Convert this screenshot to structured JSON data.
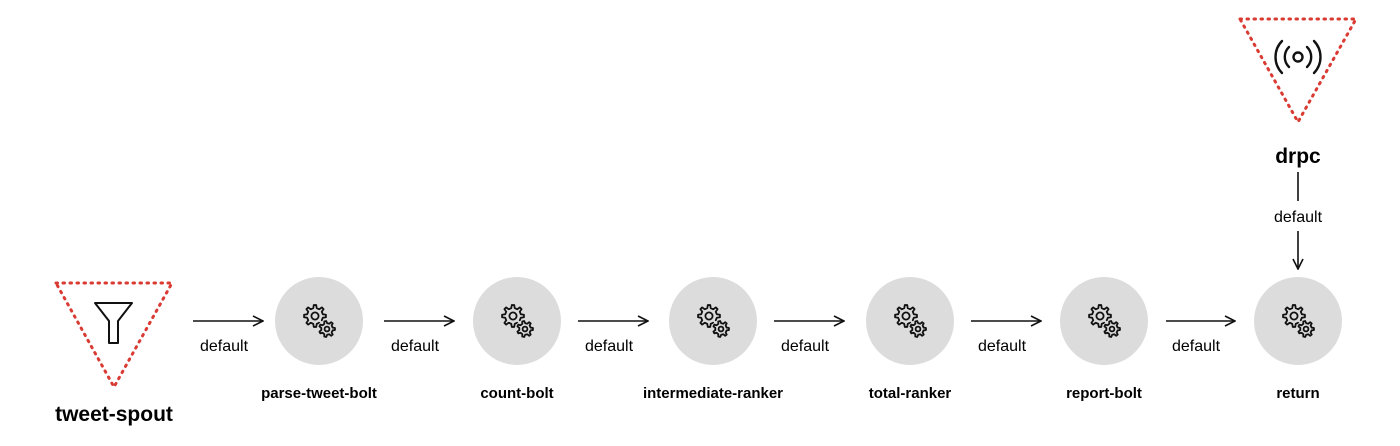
{
  "colors": {
    "spout_outline": "#d93a32",
    "bolt_fill": "#dcdcdc",
    "ink": "#111111"
  },
  "spouts": [
    {
      "id": "tweet-spout",
      "label": "tweet-spout",
      "icon": "funnel-icon"
    },
    {
      "id": "drpc",
      "label": "drpc",
      "icon": "broadcast-icon"
    }
  ],
  "bolts": [
    {
      "id": "parse-tweet-bolt",
      "label": "parse-tweet-bolt",
      "icon": "gears-icon"
    },
    {
      "id": "count-bolt",
      "label": "count-bolt",
      "icon": "gears-icon"
    },
    {
      "id": "intermediate-ranker",
      "label": "intermediate-ranker",
      "icon": "gears-icon"
    },
    {
      "id": "total-ranker",
      "label": "total-ranker",
      "icon": "gears-icon"
    },
    {
      "id": "report-bolt",
      "label": "report-bolt",
      "icon": "gears-icon"
    },
    {
      "id": "return",
      "label": "return",
      "icon": "gears-icon"
    }
  ],
  "edges": [
    {
      "from": "tweet-spout",
      "to": "parse-tweet-bolt",
      "label": "default"
    },
    {
      "from": "parse-tweet-bolt",
      "to": "count-bolt",
      "label": "default"
    },
    {
      "from": "count-bolt",
      "to": "intermediate-ranker",
      "label": "default"
    },
    {
      "from": "intermediate-ranker",
      "to": "total-ranker",
      "label": "default"
    },
    {
      "from": "total-ranker",
      "to": "report-bolt",
      "label": "default"
    },
    {
      "from": "report-bolt",
      "to": "return",
      "label": "default"
    },
    {
      "from": "drpc",
      "to": "return",
      "label": "default"
    }
  ]
}
